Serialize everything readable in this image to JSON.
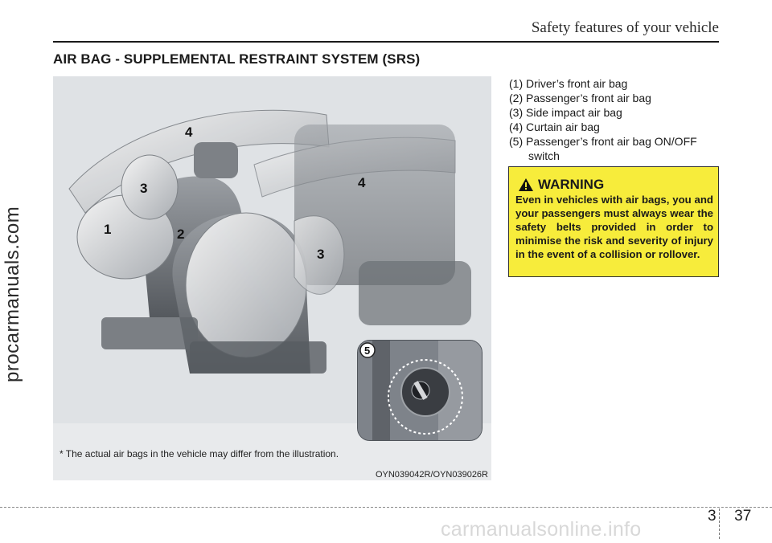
{
  "header": {
    "title": "Safety features of your vehicle"
  },
  "section": {
    "title": "AIR BAG - SUPPLEMENTAL RESTRAINT SYSTEM (SRS)"
  },
  "legend": [
    "(1) Driver’s front air bag",
    "(2) Passenger’s front air bag",
    "(3) Side impact air bag",
    "(4) Curtain air bag",
    "(5) Passenger’s front air bag ON/OFF switch"
  ],
  "warning": {
    "title": "WARNING",
    "text": "Even in vehicles with air bags, you and your passengers must always wear the safety belts provided in order to minimise the risk and severity of injury in the event of a collision or rollover."
  },
  "illustration": {
    "labels": [
      "1",
      "2",
      "3",
      "4",
      "3",
      "4",
      "5"
    ],
    "note": "* The actual air bags in the vehicle may differ from the illustration.",
    "code": "OYN039042R/OYN039026R"
  },
  "page": {
    "chapter": "3",
    "number": "37"
  },
  "watermarks": {
    "side": "procarmanuals.com",
    "bottom": "carmanualsonline.info"
  },
  "colors": {
    "warning_bg": "#f7ec3b",
    "illustration_bg": "#dfe2e5"
  }
}
